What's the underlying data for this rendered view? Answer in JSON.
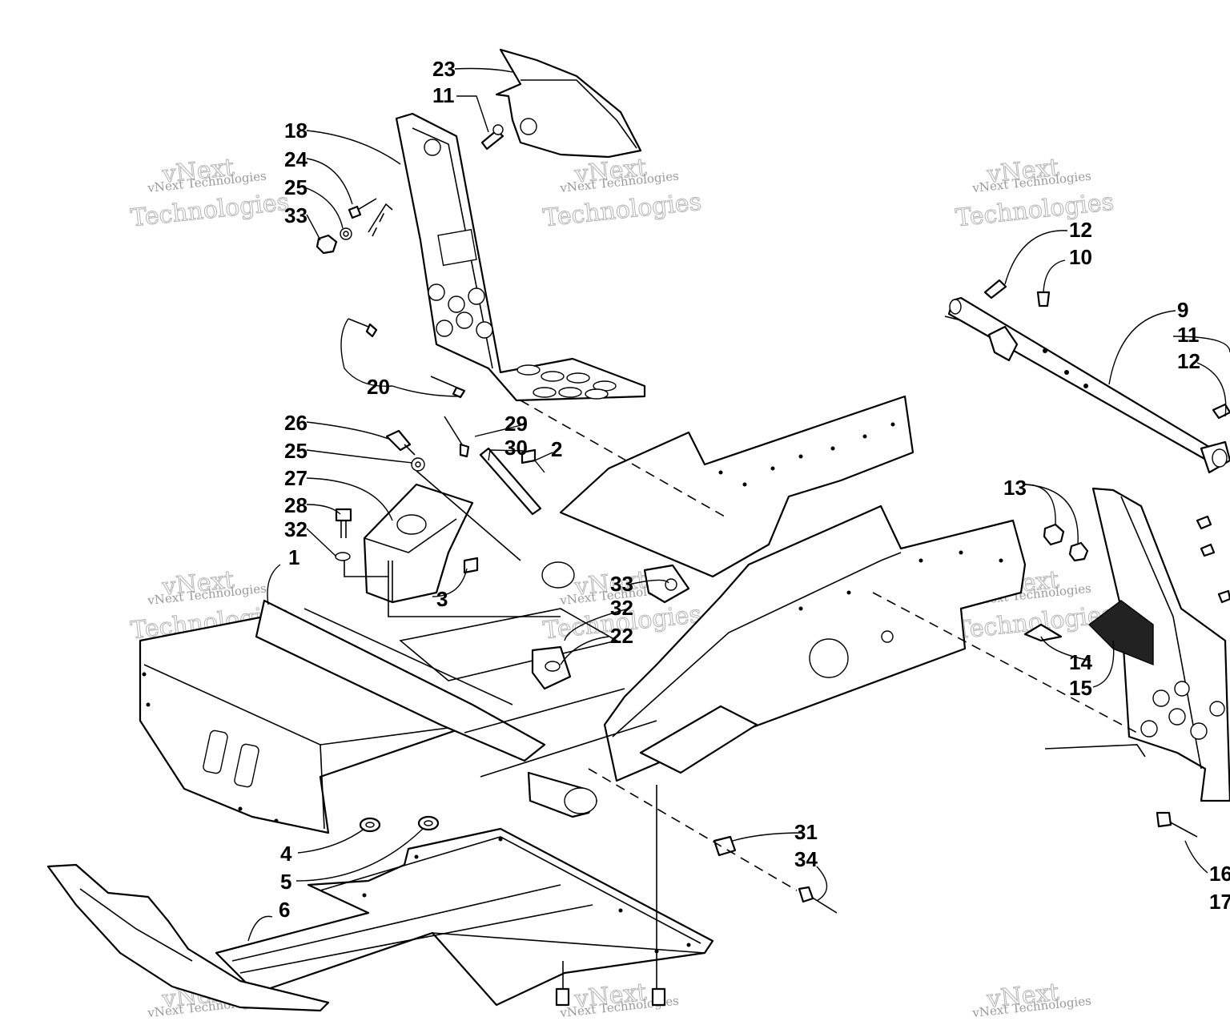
{
  "callouts": [
    {
      "id": "1",
      "label": "1"
    },
    {
      "id": "2",
      "label": "2"
    },
    {
      "id": "3",
      "label": "3"
    },
    {
      "id": "4",
      "label": "4"
    },
    {
      "id": "5",
      "label": "5"
    },
    {
      "id": "6",
      "label": "6"
    },
    {
      "id": "9",
      "label": "9"
    },
    {
      "id": "10",
      "label": "10"
    },
    {
      "id": "11a",
      "label": "11"
    },
    {
      "id": "11b",
      "label": "11"
    },
    {
      "id": "12a",
      "label": "12"
    },
    {
      "id": "12b",
      "label": "12"
    },
    {
      "id": "13",
      "label": "13"
    },
    {
      "id": "14",
      "label": "14"
    },
    {
      "id": "15",
      "label": "15"
    },
    {
      "id": "16",
      "label": "16"
    },
    {
      "id": "17",
      "label": "17"
    },
    {
      "id": "18",
      "label": "18"
    },
    {
      "id": "20",
      "label": "20"
    },
    {
      "id": "22",
      "label": "22"
    },
    {
      "id": "23",
      "label": "23"
    },
    {
      "id": "24",
      "label": "24"
    },
    {
      "id": "25a",
      "label": "25"
    },
    {
      "id": "25b",
      "label": "25"
    },
    {
      "id": "26",
      "label": "26"
    },
    {
      "id": "27",
      "label": "27"
    },
    {
      "id": "28",
      "label": "28"
    },
    {
      "id": "29",
      "label": "29"
    },
    {
      "id": "30",
      "label": "30"
    },
    {
      "id": "31",
      "label": "31"
    },
    {
      "id": "32a",
      "label": "32"
    },
    {
      "id": "32b",
      "label": "32"
    },
    {
      "id": "33a",
      "label": "33"
    },
    {
      "id": "33b",
      "label": "33"
    },
    {
      "id": "34",
      "label": "34"
    }
  ],
  "watermark": {
    "small": "vNext Technologies",
    "big_top": "vNext",
    "big_bottom": "Technologies"
  }
}
